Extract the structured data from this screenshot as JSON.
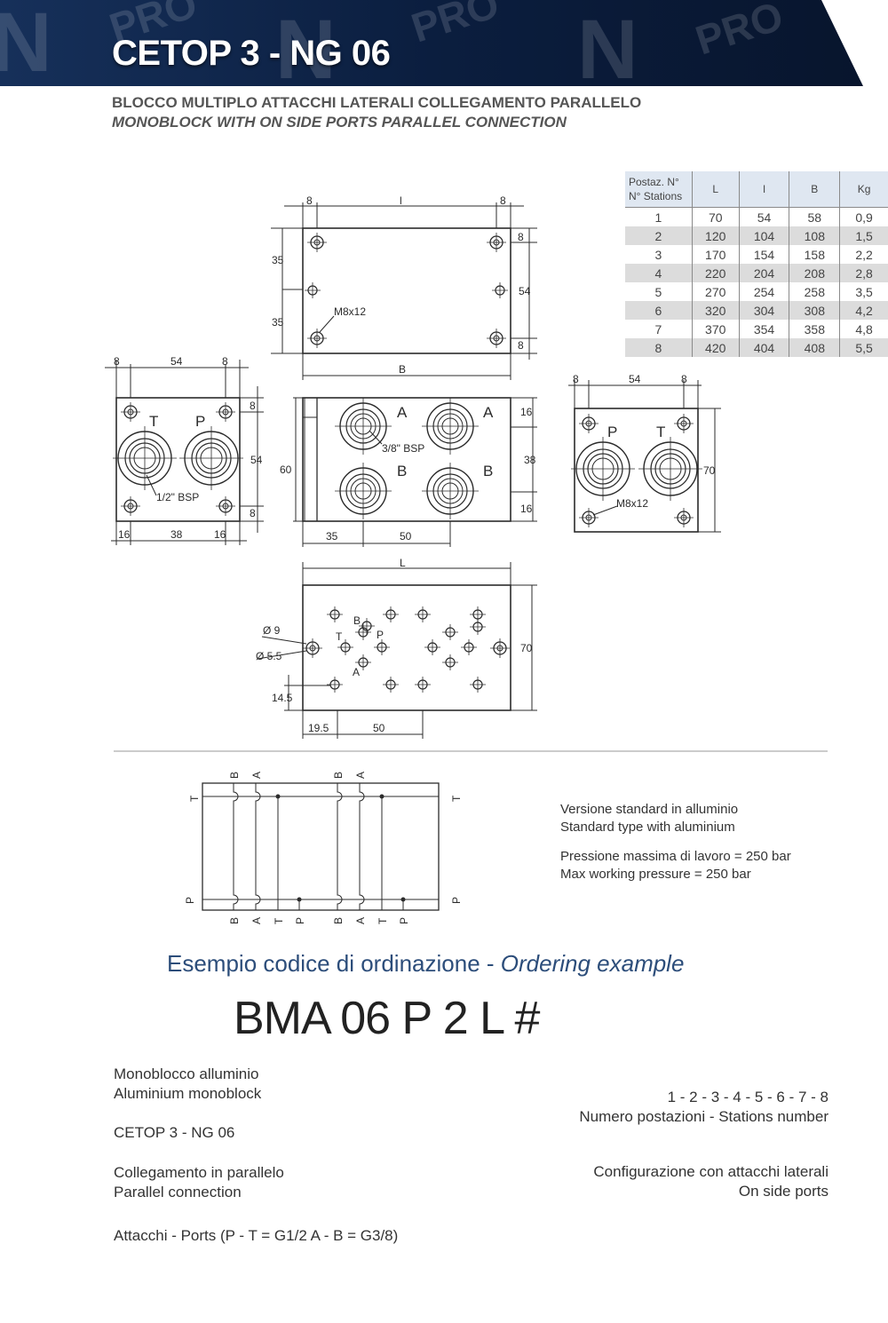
{
  "header": {
    "title": "CETOP 3 - NG 06",
    "subtitle_it": "BLOCCO MULTIPLO ATTACCHI LATERALI COLLEGAMENTO PARALLELO",
    "subtitle_en": "MONOBLOCK WITH ON SIDE PORTS PARALLEL CONNECTION",
    "watermark": "NG PRO"
  },
  "table": {
    "headers": {
      "stations_it": "Postaz. N°",
      "stations_en": "N° Stations",
      "L": "L",
      "l": "l",
      "B": "B",
      "kg": "Kg"
    },
    "rows": [
      [
        "1",
        "70",
        "54",
        "58",
        "0,9"
      ],
      [
        "2",
        "120",
        "104",
        "108",
        "1,5"
      ],
      [
        "3",
        "170",
        "154",
        "158",
        "2,2"
      ],
      [
        "4",
        "220",
        "204",
        "208",
        "2,8"
      ],
      [
        "5",
        "270",
        "254",
        "258",
        "3,5"
      ],
      [
        "6",
        "320",
        "304",
        "308",
        "4,2"
      ],
      [
        "7",
        "370",
        "354",
        "358",
        "4,8"
      ],
      [
        "8",
        "420",
        "404",
        "408",
        "5,5"
      ]
    ]
  },
  "drawing": {
    "top": {
      "d8": "8",
      "l": "l",
      "d35": "35",
      "d54": "54",
      "m8": "M8x12",
      "b": "B"
    },
    "left": {
      "d8": "8",
      "d54": "54",
      "t": "T",
      "p": "P",
      "bsp": "1/2\" BSP",
      "d16": "16",
      "d38": "38"
    },
    "front": {
      "a": "A",
      "b": "B",
      "d16": "16",
      "d38": "38",
      "d60": "60",
      "bsp": "3/8\" BSP",
      "d35": "35",
      "d50": "50"
    },
    "right": {
      "d8": "8",
      "d54": "54",
      "p": "P",
      "t": "T",
      "d70": "70",
      "m8": "M8x12"
    },
    "bottom": {
      "L": "L",
      "d9": "Ø 9",
      "d55": "Ø 5.5",
      "d145": "14.5",
      "d195": "19.5",
      "d50": "50",
      "d70": "70",
      "b": "B",
      "t": "T",
      "p": "P",
      "a": "A"
    },
    "schematic": {
      "b": "B",
      "a": "A",
      "t": "T",
      "p": "P"
    }
  },
  "notes": {
    "std_it": "Versione standard in alluminio",
    "std_en": "Standard type with aluminium",
    "press_it": "Pressione massima di lavoro = 250 bar",
    "press_en": "Max working pressure = 250 bar"
  },
  "ordering": {
    "title_it": "Esempio codice di ordinazione - ",
    "title_en": "Ordering example",
    "code": "BMA 06 P 2 L #",
    "labels": {
      "mono_it": "Monoblocco alluminio",
      "mono_en": "Aluminium monoblock",
      "cetop": "CETOP 3 - NG 06",
      "par_it": "Collegamento in parallelo",
      "par_en": "Parallel connection",
      "ports": "Attacchi - Ports (P - T = G1/2   A - B = G3/8)",
      "stations_list": "1 - 2 - 3 - 4 - 5 - 6 - 7 - 8",
      "stations": "Numero postazioni - Stations number",
      "conf_it": "Configurazione con attacchi laterali",
      "conf_en": "On side ports"
    }
  },
  "colors": {
    "banner": "#0b1e3f",
    "accent": "#2c4d7a",
    "line": "#2b2b2b"
  }
}
